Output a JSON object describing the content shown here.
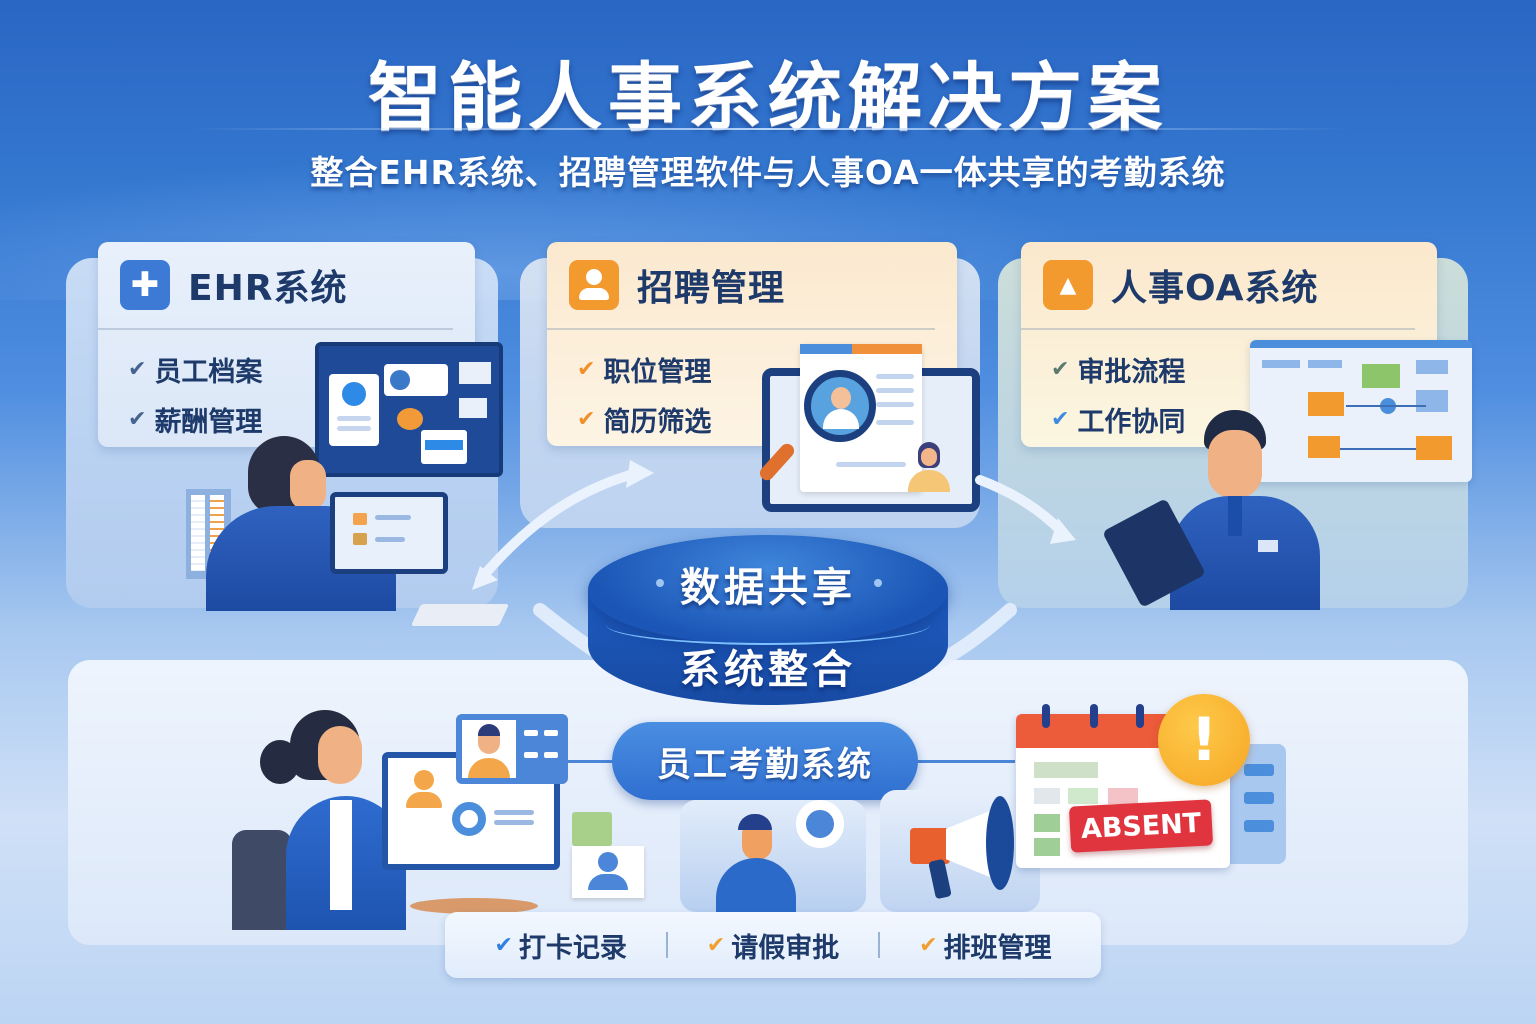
{
  "header": {
    "title": "智能人事系统解决方案",
    "subtitle": "整合EHR系统、招聘管理软件与人事OA一体共享的考勤系统"
  },
  "cards": [
    {
      "id": "ehr",
      "title": "EHR系统",
      "icon": "plus-icon",
      "icon_glyph": "✚",
      "accent": "#3d7ad6",
      "items": [
        {
          "label": "员工档案",
          "check_color": "#44648f"
        },
        {
          "label": "薪酬管理",
          "check_color": "#44648f"
        }
      ]
    },
    {
      "id": "recruit",
      "title": "招聘管理",
      "icon": "user-icon",
      "icon_glyph": "",
      "accent": "#f39a2e",
      "items": [
        {
          "label": "职位管理",
          "check_color": "#f0902a"
        },
        {
          "label": "简历筛选",
          "check_color": "#f0902a"
        }
      ]
    },
    {
      "id": "oa",
      "title": "人事OA系统",
      "icon": "home-icon",
      "icon_glyph": "▲",
      "accent": "#f39a2e",
      "items": [
        {
          "label": "审批流程",
          "check_color": "#5d7a70"
        },
        {
          "label": "工作协同",
          "check_color": "#3d8be0"
        }
      ]
    }
  ],
  "hub": {
    "line1": "数据共享",
    "line2": "系统整合"
  },
  "attendance": {
    "pill_label": "员工考勤系统",
    "absent_badge": "ABSENT",
    "warning_glyph": "!"
  },
  "bottom_bar": {
    "items": [
      {
        "label": "打卡记录",
        "check_color": "#2f80e0"
      },
      {
        "label": "请假审批",
        "check_color": "#f0a030"
      },
      {
        "label": "排班管理",
        "check_color": "#f0a030"
      }
    ],
    "check_glyph": "✔"
  },
  "colors": {
    "primary_blue": "#2a66c4",
    "dark_navy": "#1d3a6a",
    "orange": "#f39a2e",
    "absent_red": "#e0343e",
    "warning_amber": "#f5a623"
  }
}
